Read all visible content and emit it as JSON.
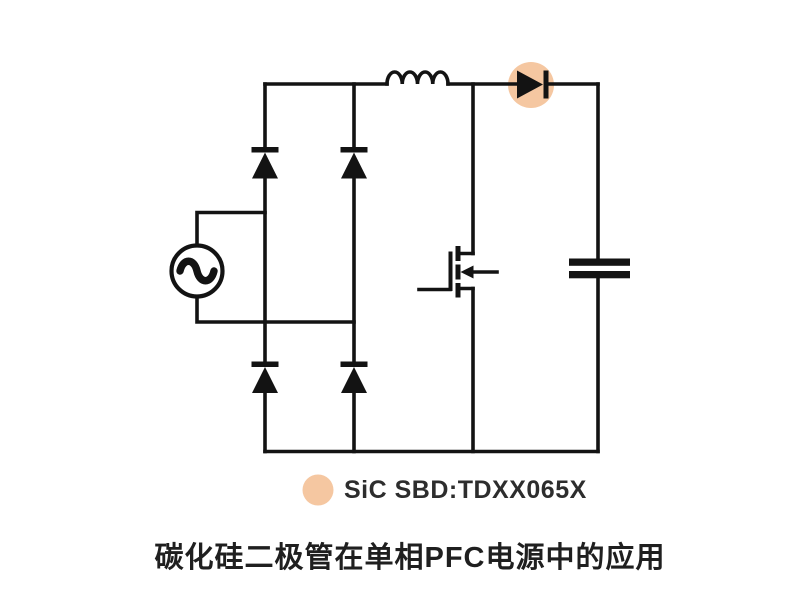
{
  "figure": {
    "caption": "碳化硅二极管在单相PFC电源中的应用",
    "legend": {
      "label": "SiC SBD:TDXX065X",
      "marker": "filled-circle"
    }
  },
  "colors": {
    "background": "#ffffff",
    "wire": "#131313",
    "highlight": "#f5c7a1",
    "legend_text": "#2d2d2d",
    "caption_text": "#1f1f1f"
  },
  "diagram": {
    "type": "circuit-schematic",
    "subject": "single-phase PFC boost converter",
    "components": [
      "ac-source",
      "bridge-rectifier-diode-top-left",
      "bridge-rectifier-diode-top-right",
      "bridge-rectifier-diode-bottom-left",
      "bridge-rectifier-diode-bottom-right",
      "boost-inductor",
      "sic-sbd-boost-diode-highlighted",
      "mosfet-switch",
      "output-capacitor"
    ]
  }
}
